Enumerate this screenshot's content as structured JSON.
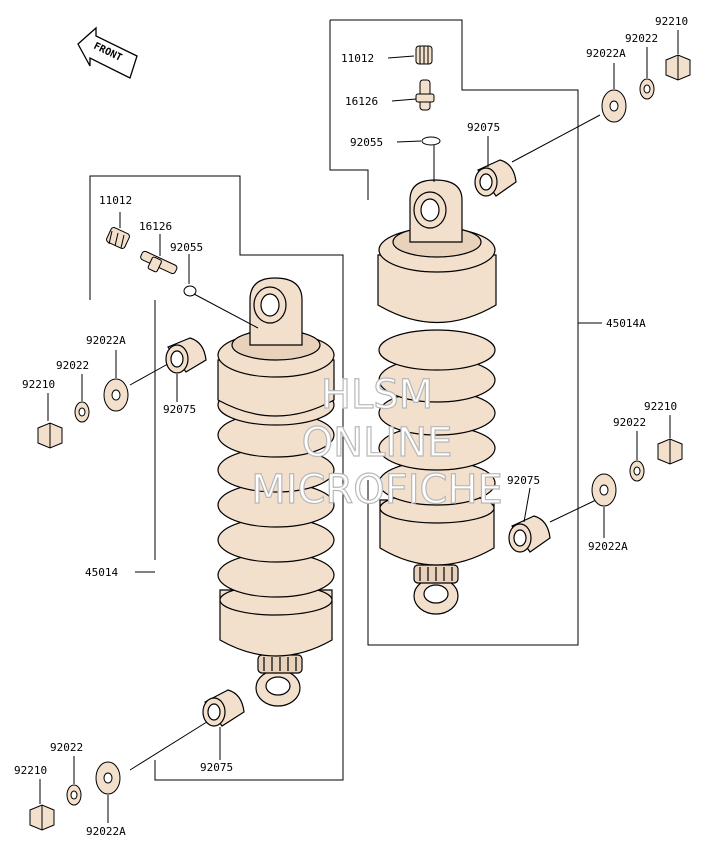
{
  "front_sign": {
    "text": "FRONT"
  },
  "watermark": {
    "line1": "HLSM",
    "line2": "ONLINE",
    "line3": "MICROFICHE"
  },
  "left_assembly": {
    "assembly_label": "45014",
    "parts": {
      "cap_11012": "11012",
      "valve_16126": "16126",
      "oring_92055": "92055",
      "bushing_upper_92075": "92075",
      "washer_upper_92022A": "92022A",
      "washer_upper_92022": "92022",
      "nut_upper_92210": "92210",
      "bushing_lower_92075": "92075",
      "washer_lower_92022": "92022",
      "nut_lower_92210": "92210",
      "washer_lower_92022A": "92022A"
    }
  },
  "right_assembly": {
    "assembly_label": "45014A",
    "parts": {
      "cap_11012": "11012",
      "valve_16126": "16126",
      "oring_92055": "92055",
      "bushing_upper_92075": "92075",
      "washer_upper_92022A": "92022A",
      "washer_upper_92022": "92022",
      "nut_upper_92210": "92210",
      "bushing_lower_92075": "92075",
      "nut_lower_92210": "92210",
      "washer_lower_92022": "92022",
      "washer_lower_92022A": "92022A"
    }
  },
  "colors": {
    "part_fill": "#f2dfcc",
    "line": "#000000",
    "watermark_stroke": "#b8b8b8"
  }
}
